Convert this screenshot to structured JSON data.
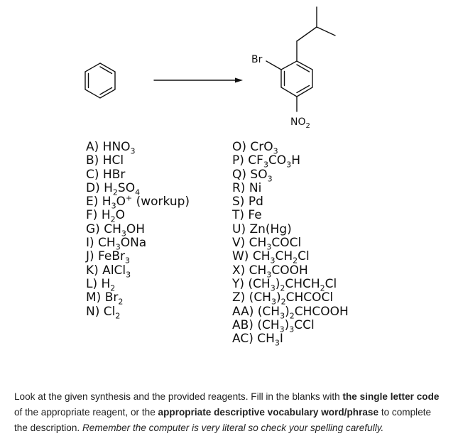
{
  "scheme": {
    "substituent_labels": {
      "bromo": "Br",
      "nitro": "NO2"
    }
  },
  "reagents_left": [
    "A) HNO3",
    "B) HCl",
    "C) HBr",
    "D) H2SO4",
    "E) H3O+ (workup)",
    "F) H2O",
    "G) CH3OH",
    "I) CH3ONa",
    "J) FeBr3",
    "K) AlCl3",
    "L) H2",
    "M) Br2",
    "N) Cl2"
  ],
  "reagents_right": [
    "O) CrO3",
    "P) CF3CO3H",
    "Q) SO3",
    "R) Ni",
    "S) Pd",
    "T) Fe",
    "U) Zn(Hg)",
    "V) CH3COCl",
    "W) CH3CH2Cl",
    "X) CH3COOH",
    "Y) (CH3)2CHCH2Cl",
    "Z) (CH3)2CHCOCl",
    "AA) (CH3)2CHCOOH",
    "AB) (CH3)3CCl",
    "AC) CH3I"
  ],
  "question": {
    "part1": "Look at the given synthesis and the provided reagents. Fill in the blanks with ",
    "part2": "the single letter code",
    "part3": " of the appropriate reagent, or the ",
    "part4": "appropriate descriptive vocabulary word/phrase",
    "part5": " to complete the  description. ",
    "part6": "Remember the computer is very literal so check your spelling carefully."
  }
}
